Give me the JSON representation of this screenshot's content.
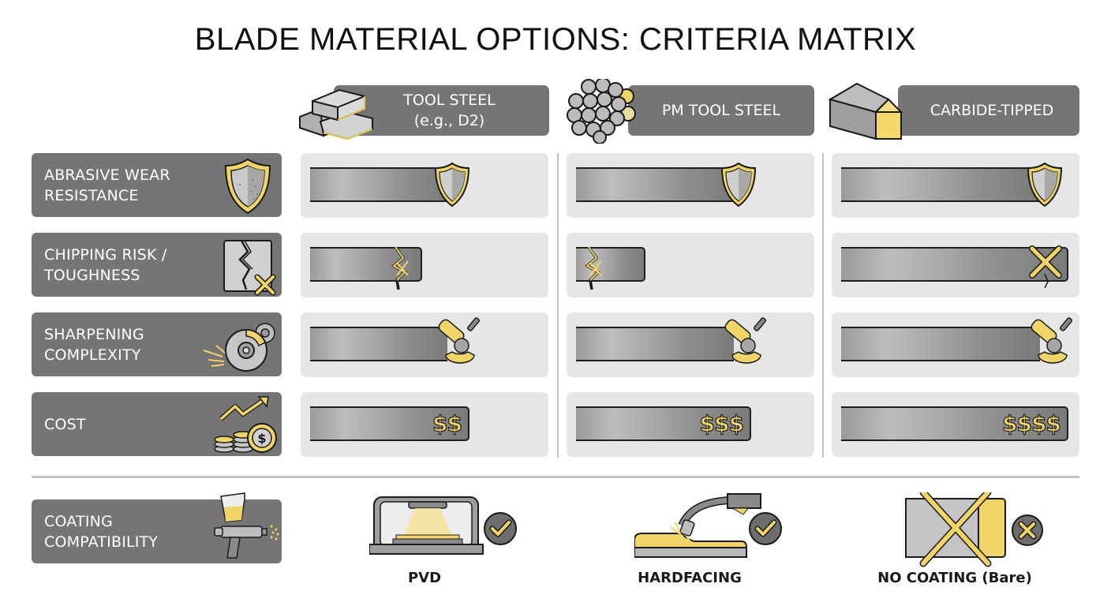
{
  "title": "BLADE MATERIAL OPTIONS: CRITERIA MATRIX",
  "columns": [
    {
      "label_line1": "TOOL STEEL",
      "label_line2": "(e.g., D2)",
      "icon": "steel-ingots-icon"
    },
    {
      "label_line1": "PM TOOL STEEL",
      "label_line2": "",
      "icon": "powder-spheres-icon"
    },
    {
      "label_line1": "CARBIDE-TIPPED",
      "label_line2": "",
      "icon": "carbide-tipped-block-icon"
    }
  ],
  "rows": [
    {
      "label_line1": "ABRASIVE WEAR",
      "label_line2": "RESISTANCE",
      "icon": "shield-icon"
    },
    {
      "label_line1": "CHIPPING RISK /",
      "label_line2": "TOUGHNESS",
      "icon": "cracked-block-icon"
    },
    {
      "label_line1": "SHARPENING",
      "label_line2": "COMPLEXITY",
      "icon": "grinding-wheel-icon"
    },
    {
      "label_line1": "COST",
      "label_line2": "",
      "icon": "coins-rising-icon"
    }
  ],
  "coating_row": {
    "label_line1": "COATING",
    "label_line2": "COMPATIBILITY",
    "icon": "spray-gun-icon",
    "items": [
      {
        "label": "PVD",
        "status": "compatible",
        "icon": "pvd-chamber-icon"
      },
      {
        "label": "HARDFACING",
        "status": "compatible",
        "icon": "welding-torch-icon"
      },
      {
        "label": "NO COATING (Bare)",
        "status": "not-compatible",
        "icon": "crossed-blade-icon"
      }
    ]
  },
  "chart_data": {
    "type": "bar",
    "title": "BLADE MATERIAL OPTIONS: CRITERIA MATRIX",
    "categories": [
      "ABRASIVE WEAR RESISTANCE",
      "CHIPPING RISK / TOUGHNESS",
      "SHARPENING COMPLEXITY",
      "COST"
    ],
    "series": [
      {
        "name": "TOOL STEEL (e.g., D2)",
        "values": [
          62,
          47,
          62,
          67
        ],
        "markers": [
          "shield",
          "crack",
          "grinder",
          "$$"
        ]
      },
      {
        "name": "PM TOOL STEEL",
        "values": [
          72,
          29,
          71,
          73
        ],
        "markers": [
          "shield",
          "crack",
          "grinder",
          "$$$"
        ]
      },
      {
        "name": "CARBIDE-TIPPED",
        "values": [
          88,
          96,
          88,
          96
        ],
        "markers": [
          "shield-x",
          "crack-x",
          "grinder",
          "$$$$"
        ]
      }
    ],
    "coating_compatibility": {
      "PVD": "yes",
      "HARDFACING": "yes",
      "NO COATING (Bare)": "no"
    },
    "xlabel": "",
    "ylabel": "",
    "ylim": [
      0,
      100
    ]
  },
  "colors": {
    "label_bg": "#757575",
    "cell_bg": "#e6e6e6",
    "accent_yellow": "#f2d46a",
    "outline": "#1e1e1e"
  }
}
